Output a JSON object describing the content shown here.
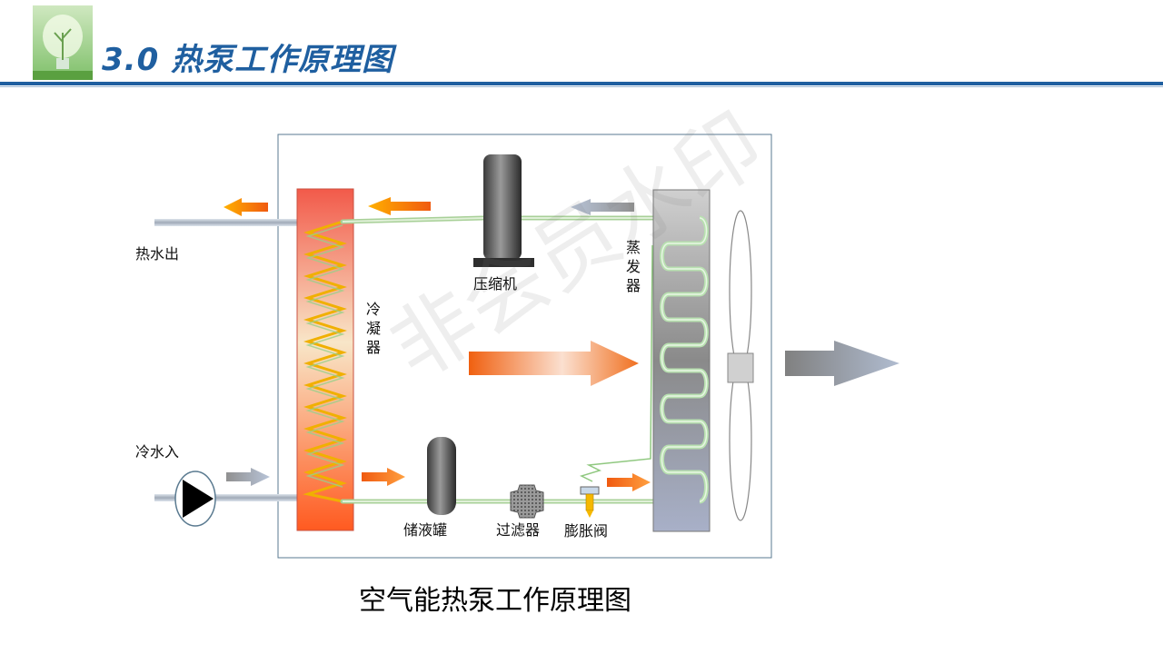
{
  "header": {
    "title": "3.0 热泵工作原理图"
  },
  "labels": {
    "hot_water_out": "热水出",
    "cold_water_in": "冷水入",
    "compressor": "压缩机",
    "condenser": "冷凝器",
    "evaporator": "蒸发器",
    "receiver": "储液罐",
    "filter": "过滤器",
    "expansion_valve": "膨胀阀"
  },
  "caption": "空气能热泵工作原理图",
  "watermark": "非会员水印",
  "colors": {
    "title": "#1f5fa0",
    "pipe": "#c8e6c0",
    "hot_arrow": "#f07020",
    "cold_arrow": "#a0a8b8"
  }
}
